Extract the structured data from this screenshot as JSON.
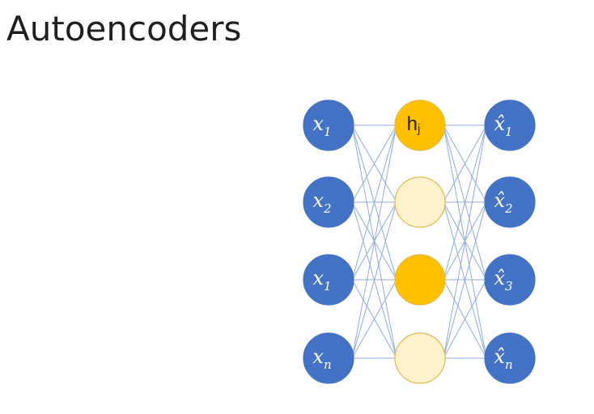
{
  "title": "Autoencoders",
  "colors": {
    "input_node": "#4472c4",
    "output_node": "#4472c4",
    "hidden_active": "#ffc000",
    "hidden_inactive": "#fff2cc",
    "hidden_border": "#e0b84c",
    "connection": "#8faadc"
  },
  "input_layer": [
    {
      "base": "x",
      "sub": "1"
    },
    {
      "base": "x",
      "sub": "2"
    },
    {
      "base": "x",
      "sub": "1"
    },
    {
      "base": "x",
      "sub": "n"
    }
  ],
  "hidden_layer": [
    {
      "base": "h",
      "sub": "j",
      "state": "active"
    },
    {
      "base": "",
      "sub": "",
      "state": "inactive"
    },
    {
      "base": "",
      "sub": "",
      "state": "active"
    },
    {
      "base": "",
      "sub": "",
      "state": "inactive"
    }
  ],
  "output_layer": [
    {
      "base": "x̂",
      "sub": "1"
    },
    {
      "base": "x̂",
      "sub": "2"
    },
    {
      "base": "x̂",
      "sub": "3"
    },
    {
      "base": "x̂",
      "sub": "n"
    }
  ]
}
